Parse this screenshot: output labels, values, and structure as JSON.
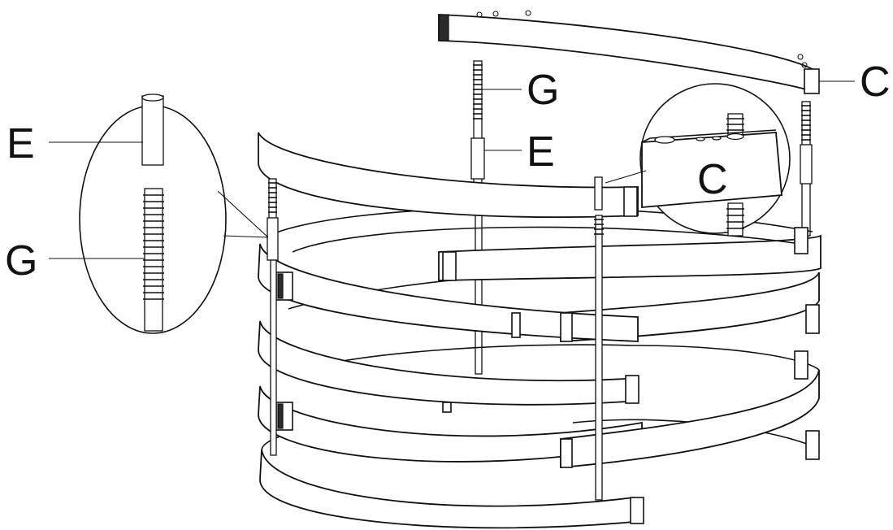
{
  "diagram": {
    "labels": {
      "spacer_left": "E",
      "threaded_rod_left": "G",
      "rod_top_center": "G",
      "spacer_center": "E",
      "clip_top_right": "C",
      "clip_detail": "C"
    }
  }
}
